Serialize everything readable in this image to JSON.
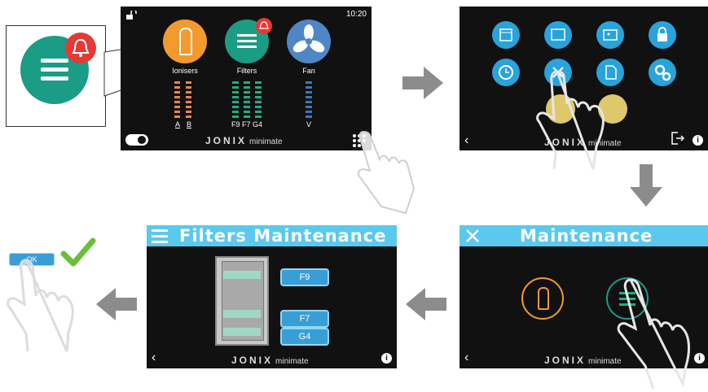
{
  "colors": {
    "screen_bg": "#111111",
    "title_bar": "#5bc8ee",
    "ionisers": "#f29a2e",
    "filters": "#1b9c85",
    "fan": "#4f86c6",
    "alarm": "#e53935",
    "menu_icon_bg": "#29a3dc",
    "arrow": "#8c8c8c",
    "check": "#6abf3a"
  },
  "home": {
    "time": "10:20",
    "ionisers_label": "Ionisers",
    "filters_label": "Filters",
    "fan_label": "Fan",
    "ion_bar_labels": [
      "A",
      "B"
    ],
    "filter_bar_labels": "F9 F7 G4",
    "fan_bar_label": "V",
    "brand": "JONIX",
    "brand_sub": "minimate"
  },
  "menu": {
    "icons": [
      "calendar-icon",
      "weather-icon",
      "display-icon",
      "lock-icon",
      "clock-icon",
      "tools-icon",
      "document-icon",
      "settings-icon",
      "camera-icon",
      "video-icon"
    ],
    "brand": "JONIX",
    "brand_sub": "minimate"
  },
  "maintenance": {
    "title": "Maintenance",
    "brand": "JONIX",
    "brand_sub": "minimate"
  },
  "filters_maintenance": {
    "title": "Filters Maintenance",
    "buttons": [
      "F9",
      "F7",
      "G4"
    ],
    "brand": "JONIX",
    "brand_sub": "minimate"
  },
  "confirm": {
    "button_label": "OK"
  }
}
